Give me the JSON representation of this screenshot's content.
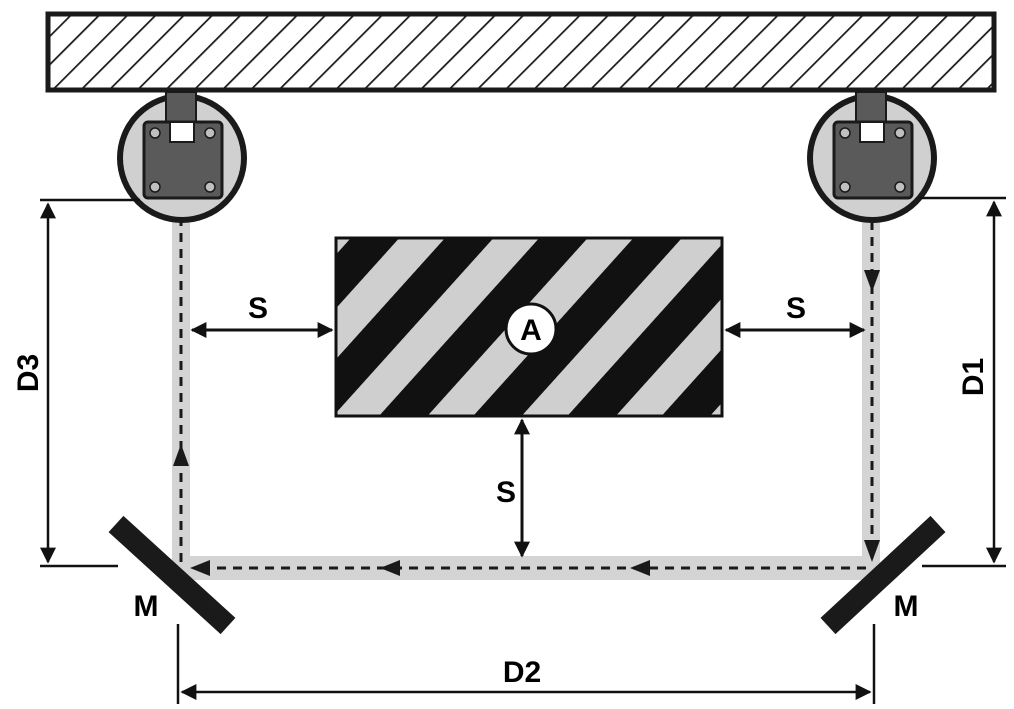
{
  "labels": {
    "hazard": "A",
    "s_left": "S",
    "s_right": "S",
    "s_bottom": "S",
    "d1": "D1",
    "d2": "D2",
    "d3": "D3",
    "mirror_left": "M",
    "mirror_right": "M"
  },
  "colors": {
    "ink": "#1a1a1a",
    "beam": "#d4d4d4",
    "hazard_light": "#cfcfcf",
    "device_body": "#5a5a5a",
    "housing": "#d0d0d0"
  }
}
